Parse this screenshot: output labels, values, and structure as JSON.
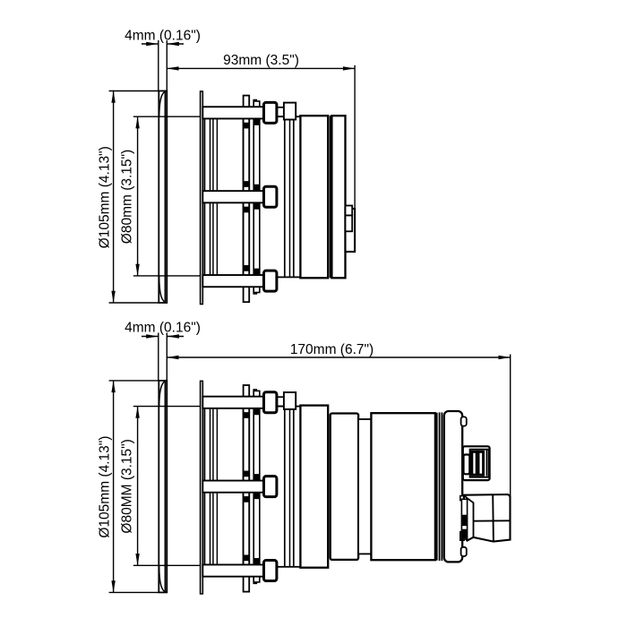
{
  "drawing": {
    "background_color": "#ffffff",
    "line_color": "#000000",
    "views": {
      "top": {
        "dims": {
          "flange_thickness": "4mm (0.16\")",
          "length": "93mm (3.5\")",
          "flange_diameter": "Ø105mm (4.13\")",
          "body_diameter": "Ø80mm (3.15\")"
        }
      },
      "bottom": {
        "dims": {
          "flange_thickness": "4mm (0.16\")",
          "length": "170mm (6.7\")",
          "flange_diameter": "Ø105mm (4.13\")",
          "body_diameter": "Ø80MM (3.15\")"
        }
      }
    }
  }
}
